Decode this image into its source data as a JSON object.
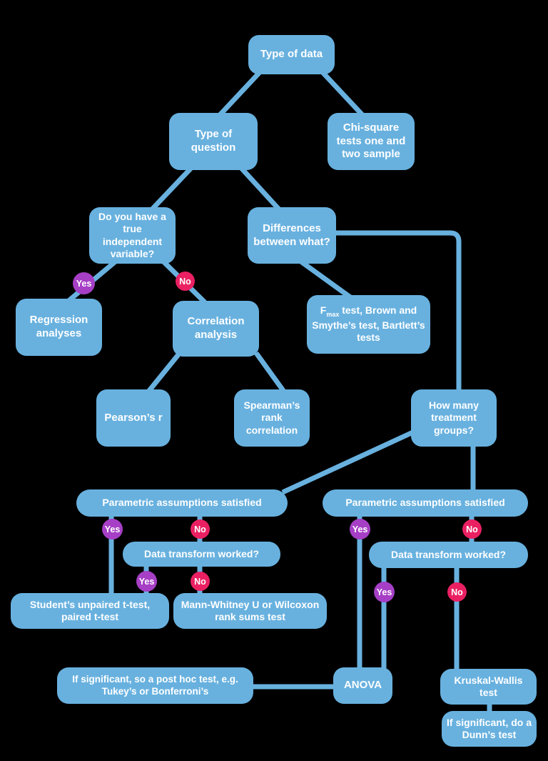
{
  "diagram": {
    "type": "flowchart",
    "topic": "Choosing a statistical test"
  },
  "colors": {
    "node_fill": "#68B1DF",
    "connector": "#68B1DF",
    "badge_yes": "#A63FC6",
    "badge_no": "#EA2063",
    "text": "#FFFFFF",
    "background": "#000000"
  },
  "badge_labels": {
    "yes": "Yes",
    "no": "No"
  },
  "nodes": {
    "type_of_data": {
      "label": "Type of data"
    },
    "type_of_question": {
      "label": "Type of question"
    },
    "chi_square": {
      "label": "Chi-square tests one and two sample"
    },
    "independent_variable": {
      "label": "Do you have a true independent variable?"
    },
    "differences": {
      "label": "Differences between what?"
    },
    "regression": {
      "label": "Regression analyses"
    },
    "correlation": {
      "label": "Correlation analysis"
    },
    "variance_tests": {
      "label_f": "F",
      "label_sub": "max",
      "label_rest": " test, Brown and Smythe’s test, Bartlett’s tests"
    },
    "pearsons": {
      "label": "Pearson’s r"
    },
    "spearmans": {
      "label": "Spearman’s rank correlation"
    },
    "how_many_groups": {
      "label": "How many treatment groups?"
    },
    "parametric_left": {
      "label": "Parametric assumptions satisfied"
    },
    "transform_left": {
      "label": "Data transform worked?"
    },
    "students": {
      "label": "Student’s unpaired t-test, paired t-test"
    },
    "mann_whitney": {
      "label": "Mann-Whitney U or Wilcoxon rank sums test"
    },
    "parametric_right": {
      "label": "Parametric assumptions satisfied"
    },
    "transform_right": {
      "label": "Data transform worked?"
    },
    "post_hoc": {
      "label": "If significant, so a post hoc test, e.g. Tukey’s or Bonferroni’s"
    },
    "anova": {
      "label": "ANOVA"
    },
    "kruskal_wallis": {
      "label": "Kruskal-Wallis test"
    },
    "dunns": {
      "label": "If significant, do a Dunn’s test"
    }
  },
  "edges": [
    {
      "from": "type_of_data",
      "to": "type_of_question"
    },
    {
      "from": "type_of_data",
      "to": "chi_square"
    },
    {
      "from": "type_of_question",
      "to": "independent_variable"
    },
    {
      "from": "type_of_question",
      "to": "differences"
    },
    {
      "from": "independent_variable",
      "to": "regression",
      "badge": "Yes"
    },
    {
      "from": "independent_variable",
      "to": "correlation",
      "badge": "No"
    },
    {
      "from": "differences",
      "to": "variance_tests"
    },
    {
      "from": "differences",
      "to": "how_many_groups"
    },
    {
      "from": "correlation",
      "to": "pearsons"
    },
    {
      "from": "correlation",
      "to": "spearmans"
    },
    {
      "from": "how_many_groups",
      "to": "parametric_left"
    },
    {
      "from": "how_many_groups",
      "to": "parametric_right"
    },
    {
      "from": "parametric_left",
      "to": "students",
      "badge": "Yes"
    },
    {
      "from": "parametric_left",
      "to": "transform_left",
      "badge": "No"
    },
    {
      "from": "transform_left",
      "to": "students",
      "badge": "Yes"
    },
    {
      "from": "transform_left",
      "to": "mann_whitney",
      "badge": "No"
    },
    {
      "from": "parametric_right",
      "to": "anova",
      "badge": "Yes"
    },
    {
      "from": "parametric_right",
      "to": "transform_right",
      "badge": "No"
    },
    {
      "from": "transform_right",
      "to": "anova",
      "badge": "Yes"
    },
    {
      "from": "transform_right",
      "to": "kruskal_wallis",
      "badge": "No"
    },
    {
      "from": "post_hoc",
      "to": "anova"
    },
    {
      "from": "kruskal_wallis",
      "to": "dunns"
    }
  ]
}
